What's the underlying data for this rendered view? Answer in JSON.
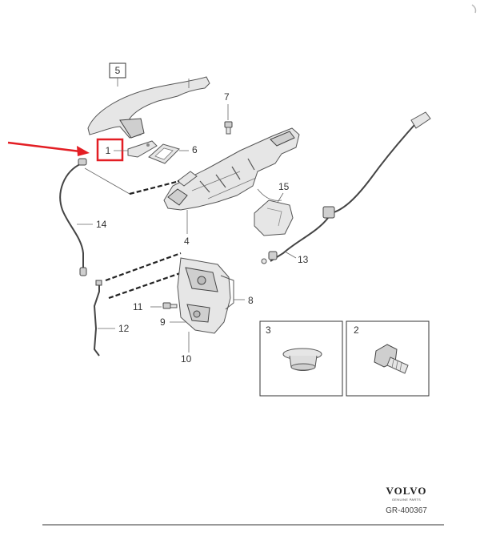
{
  "callouts": {
    "c1": "1",
    "c2": "2",
    "c3": "3",
    "c4": "4",
    "c5": "5",
    "c6": "6",
    "c7": "7",
    "c8": "8",
    "c9": "9",
    "c10": "10",
    "c11": "11",
    "c12": "12",
    "c13": "13",
    "c14": "14",
    "c15": "15"
  },
  "brand": {
    "name": "VOLVO",
    "tagline": "GENUINE PARTS",
    "reference": "GR-400367"
  },
  "colors": {
    "highlight": "#e31e24",
    "arrow": "#e31e24"
  }
}
